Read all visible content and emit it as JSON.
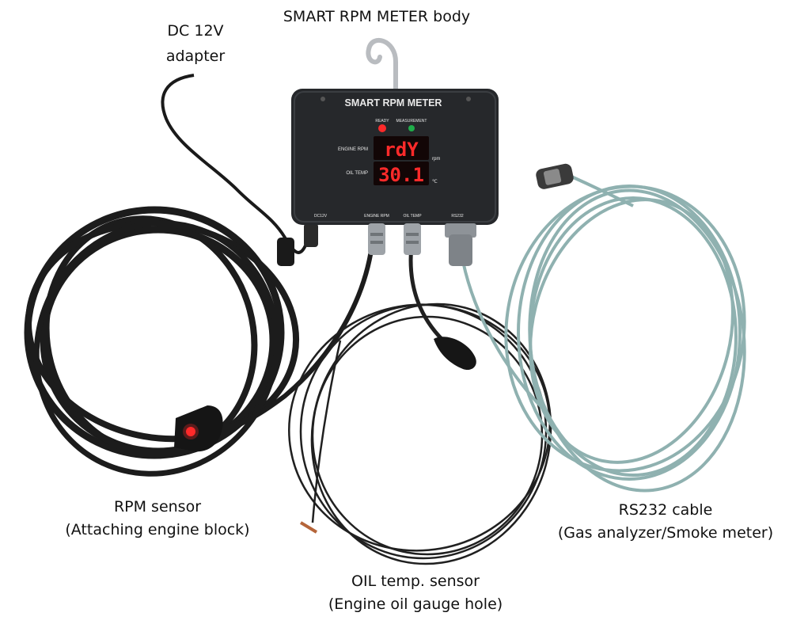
{
  "labels": {
    "body": "SMART RPM METER body",
    "adapter_line1": "DC 12V",
    "adapter_line2": "adapter",
    "rpm_sensor_line1": "RPM sensor",
    "rpm_sensor_line2": "(Attaching engine block)",
    "oil_sensor_line1": "OIL temp. sensor",
    "oil_sensor_line2": "(Engine oil gauge hole)",
    "rs232_line1": "RS232 cable",
    "rs232_line2": "(Gas analyzer/Smoke meter)"
  },
  "device": {
    "title": "SMART RPM METER",
    "ready": "READY",
    "measurement": "MEASUREMENT",
    "engine_rpm_label": "ENGINE RPM",
    "oil_temp_label": "OIL TEMP",
    "rpm_display": "rdY",
    "rpm_unit": "rpm",
    "temp_display": "30.1",
    "temp_unit": "℃",
    "port_dc": "DC12V",
    "port_rpm": "ENGINE RPM",
    "port_oil": "OIL TEMP",
    "port_rs232": "RS232"
  },
  "colors": {
    "device_body": "#26282b",
    "led_red": "#ff2a2a",
    "led_green": "#1fae4a",
    "cable_black": "#1a1a1a",
    "cable_teal": "#8fb1b0"
  }
}
